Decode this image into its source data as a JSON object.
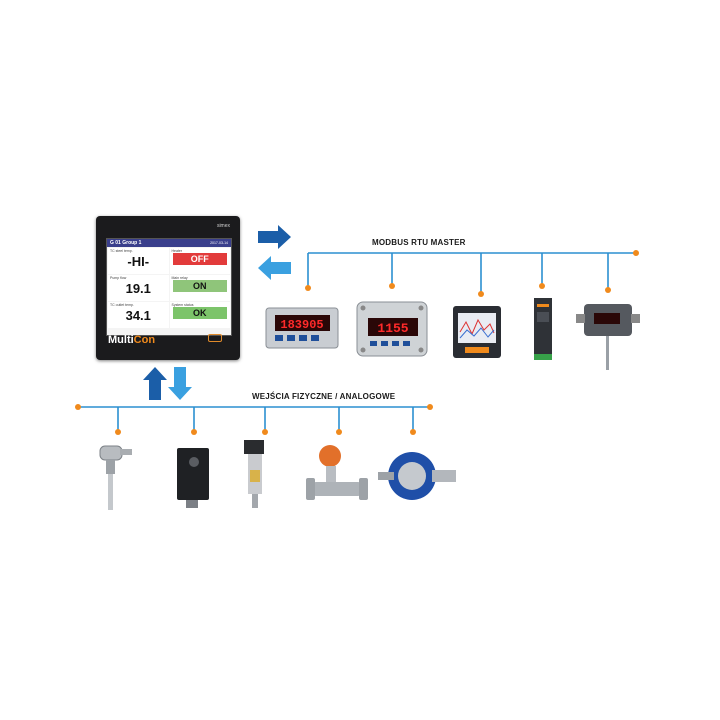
{
  "modbus_label": "MODBUS RTU MASTER",
  "inputs_label": "WEJŚCIA FIZYCZNE / ANALOGOWE",
  "device": {
    "brand": "simex",
    "logo_multi": "Multi",
    "logo_con": "Con",
    "screen": {
      "group": "G 01  Group 1",
      "datetime": "2017-03-14",
      "cells": [
        {
          "caption": "TC steel temp.",
          "value": "-HI-"
        },
        {
          "caption": "Heater",
          "value": "OFF",
          "color": "#e23b3b"
        },
        {
          "caption": "Pump flow",
          "value": "19.1"
        },
        {
          "caption": "Main relay",
          "value": "ON",
          "color": "#8fc57a"
        },
        {
          "caption": "TC outlet temp.",
          "value": "34.1"
        },
        {
          "caption": "System status",
          "value": "OK",
          "color": "#7cc46a"
        }
      ]
    }
  },
  "meters": {
    "panel_display": "183905",
    "housing_display": "1155"
  },
  "colors": {
    "line": "#2b8fd0",
    "dot": "#f08a1c",
    "arrow_dark": "#1b5ea8",
    "arrow_light": "#3aa0e0"
  }
}
